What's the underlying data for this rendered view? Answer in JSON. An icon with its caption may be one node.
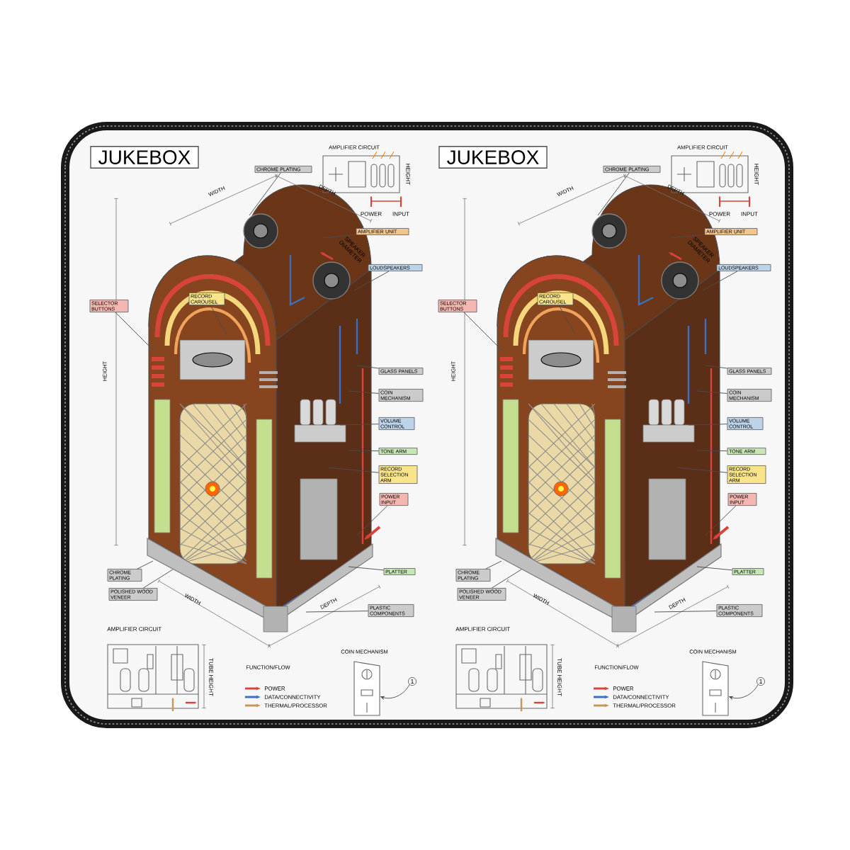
{
  "diagram": {
    "nodes": [
      {
        "text": [
          "CHROME PLATING"
        ]
      },
      {
        "text": [
          "AMPLIFIER UNIT"
        ]
      },
      {
        "text": [
          "LOUDSPEAKERS"
        ]
      },
      {
        "text": [
          "SELECTOR BUTTONS"
        ]
      },
      {
        "text": [
          "RECORD CAROUSEL"
        ]
      },
      {
        "text": [
          "GLASS PANELS"
        ]
      },
      {
        "text": [
          "COIN MECHANISM"
        ]
      },
      {
        "text": [
          "VOLUME CONTROL"
        ]
      },
      {
        "text": [
          "TONE ARM"
        ]
      },
      {
        "text": [
          "RECORD SELECTION ARM"
        ]
      },
      {
        "text": [
          "POWER INPUT"
        ]
      },
      {
        "text": [
          "PLATTER"
        ]
      },
      {
        "text": [
          "CHROME PLATING"
        ]
      },
      {
        "text": [
          "POLISHED WOOD VENEER"
        ]
      },
      {
        "text": [
          "PLASTIC COMPONENTS"
        ]
      },
      {
        "text": [
          "1"
        ]
      },
      {
        "text": [
          "CHROME PLATING"
        ]
      },
      {
        "text": [
          "AMPLIFIER UNIT"
        ]
      },
      {
        "text": [
          "LOUDSPEAKERS"
        ]
      },
      {
        "text": [
          "SELECTOR BUTTONS"
        ]
      },
      {
        "text": [
          "RECORD CAROUSEL"
        ]
      },
      {
        "text": [
          "GLASS PANELS"
        ]
      },
      {
        "text": [
          "COIN MECHANISM"
        ]
      },
      {
        "text": [
          "VOLUME CONTROL"
        ]
      },
      {
        "text": [
          "TONE ARM"
        ]
      },
      {
        "text": [
          "RECORD SELECTION ARM"
        ]
      },
      {
        "text": [
          "POWER INPUT"
        ]
      },
      {
        "text": [
          "PLATTER"
        ]
      },
      {
        "text": [
          "CHROME PLATING"
        ]
      },
      {
        "text": [
          "POLISHED WOOD VENEER"
        ]
      },
      {
        "text": [
          "PLASTIC COMPONENTS"
        ]
      },
      {
        "text": [
          "1"
        ]
      },
      {
        "text": [],
        "shape": "picture"
      },
      {
        "text": [],
        "shape": "picture"
      }
    ],
    "edges": [
      {
        "from": 0,
        "to": null,
        "arrow": "none"
      },
      {
        "from": 1,
        "to": null,
        "arrow": "none"
      },
      {
        "from": 2,
        "to": null,
        "arrow": "none"
      },
      {
        "from": 3,
        "to": null,
        "arrow": "none"
      },
      {
        "from": 4,
        "to": null,
        "arrow": "none"
      },
      {
        "from": 5,
        "to": null,
        "arrow": "none"
      },
      {
        "from": 6,
        "to": null,
        "arrow": "none"
      },
      {
        "from": 7,
        "to": null,
        "arrow": "none"
      },
      {
        "from": 8,
        "to": null,
        "arrow": "none"
      },
      {
        "from": 9,
        "to": null,
        "arrow": "none"
      },
      {
        "from": 10,
        "to": null,
        "arrow": "none"
      },
      {
        "from": 11,
        "to": null,
        "arrow": "none"
      },
      {
        "from": 12,
        "to": null,
        "arrow": "none"
      },
      {
        "from": 13,
        "to": null,
        "arrow": "none"
      },
      {
        "from": 14,
        "to": null,
        "arrow": "none"
      },
      {
        "from": 15,
        "to": 32,
        "arrow": "to"
      },
      {
        "from": 16,
        "to": null,
        "arrow": "none"
      },
      {
        "from": 17,
        "to": null,
        "arrow": "none"
      },
      {
        "from": 18,
        "to": null,
        "arrow": "none"
      },
      {
        "from": 19,
        "to": null,
        "arrow": "none"
      },
      {
        "from": 20,
        "to": null,
        "arrow": "none"
      },
      {
        "from": 21,
        "to": null,
        "arrow": "none"
      },
      {
        "from": 22,
        "to": null,
        "arrow": "none"
      },
      {
        "from": 23,
        "to": null,
        "arrow": "none"
      },
      {
        "from": 24,
        "to": null,
        "arrow": "none"
      },
      {
        "from": 25,
        "to": null,
        "arrow": "none"
      },
      {
        "from": 26,
        "to": null,
        "arrow": "none"
      },
      {
        "from": 27,
        "to": null,
        "arrow": "none"
      },
      {
        "from": 28,
        "to": null,
        "arrow": "none"
      },
      {
        "from": 29,
        "to": null,
        "arrow": "none"
      },
      {
        "from": 30,
        "to": null,
        "arrow": "none"
      },
      {
        "from": 31,
        "to": 33,
        "arrow": "to"
      }
    ],
    "labels": [
      "JUKEBOX",
      "AMPLIFIER CIRCUIT",
      "HEIGHT",
      "POWER",
      "INPUT",
      "WIDTH",
      "DEPTH",
      "SPEAKER DIAMETER",
      "HEIGHT",
      "WIDTH",
      "DEPTH",
      "AMPLIFIER CIRCUIT",
      "TUBE HEIGHT",
      "FUNCTION/FLOW",
      "COIN MECHANISM",
      "JUKEBOX",
      "AMPLIFIER CIRCUIT",
      "HEIGHT",
      "POWER",
      "INPUT",
      "WIDTH",
      "DEPTH",
      "SPEAKER DIAMETER",
      "HEIGHT",
      "WIDTH",
      "DEPTH",
      "AMPLIFIER CIRCUIT",
      "TUBE HEIGHT",
      "FUNCTION/FLOW",
      "COIN MECHANISM"
    ],
    "legend": [
      {
        "text": "POWER"
      },
      {
        "text": "DATA/CONNECTIVITY"
      },
      {
        "text": "THERMAL/PROCESSOR"
      },
      {
        "text": "POWER"
      },
      {
        "text": "DATA/CONNECTIVITY"
      },
      {
        "text": "THERMAL/PROCESSOR"
      }
    ]
  }
}
